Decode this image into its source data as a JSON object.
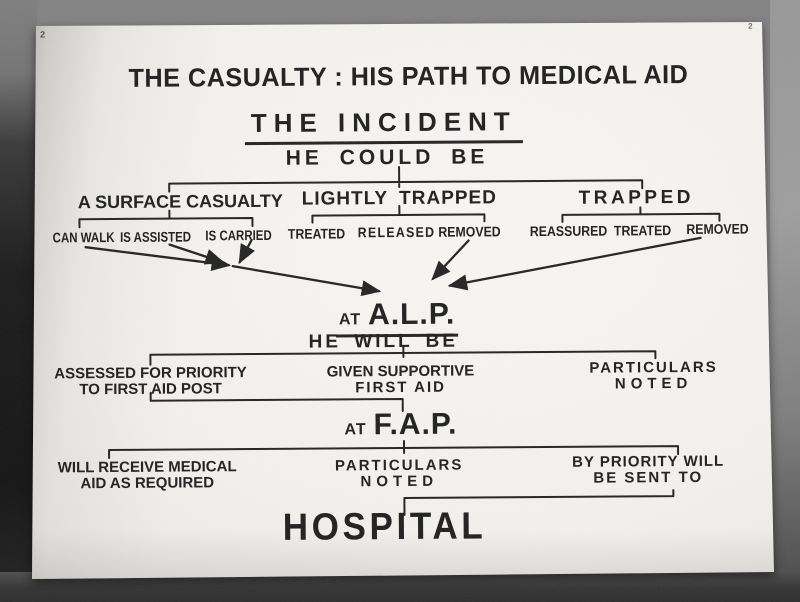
{
  "scene": {
    "corner_mark_left": "2",
    "corner_mark_right": "2"
  },
  "title": "THE CASUALTY : HIS PATH TO MEDICAL AID",
  "incident": {
    "heading": "THE INCIDENT",
    "subheading": "HE COULD BE",
    "branches": [
      {
        "label": "A SURFACE CASUALTY",
        "children": [
          "CAN WALK",
          "IS ASSISTED",
          "IS CARRIED"
        ]
      },
      {
        "label": "LIGHTLY TRAPPED",
        "children": [
          "TREATED",
          "RELEASED",
          "REMOVED"
        ]
      },
      {
        "label": "TRAPPED",
        "children": [
          "REASSURED",
          "TREATED",
          "REMOVED"
        ]
      }
    ]
  },
  "alp": {
    "prefix": "AT",
    "name": "A.L.P.",
    "subheading": "HE WILL BE",
    "outcomes": [
      {
        "line1": "ASSESSED FOR PRIORITY",
        "line2": "TO FIRST AID POST"
      },
      {
        "line1": "GIVEN SUPPORTIVE",
        "line2": "FIRST AID"
      },
      {
        "line1": "PARTICULARS",
        "line2": "NOTED"
      }
    ]
  },
  "fap": {
    "prefix": "AT",
    "name": "F.A.P.",
    "outcomes": [
      {
        "line1": "WILL RECEIVE MEDICAL",
        "line2": "AID AS REQUIRED"
      },
      {
        "line1": "PARTICULARS",
        "line2": "NOTED"
      },
      {
        "line1": "BY PRIORITY WILL",
        "line2": "BE SENT TO"
      }
    ]
  },
  "hospital": "HOSPITAL",
  "colors": {
    "ink": "#202020",
    "poster": "#f2f1ed",
    "wall": "#8d8d8d"
  }
}
